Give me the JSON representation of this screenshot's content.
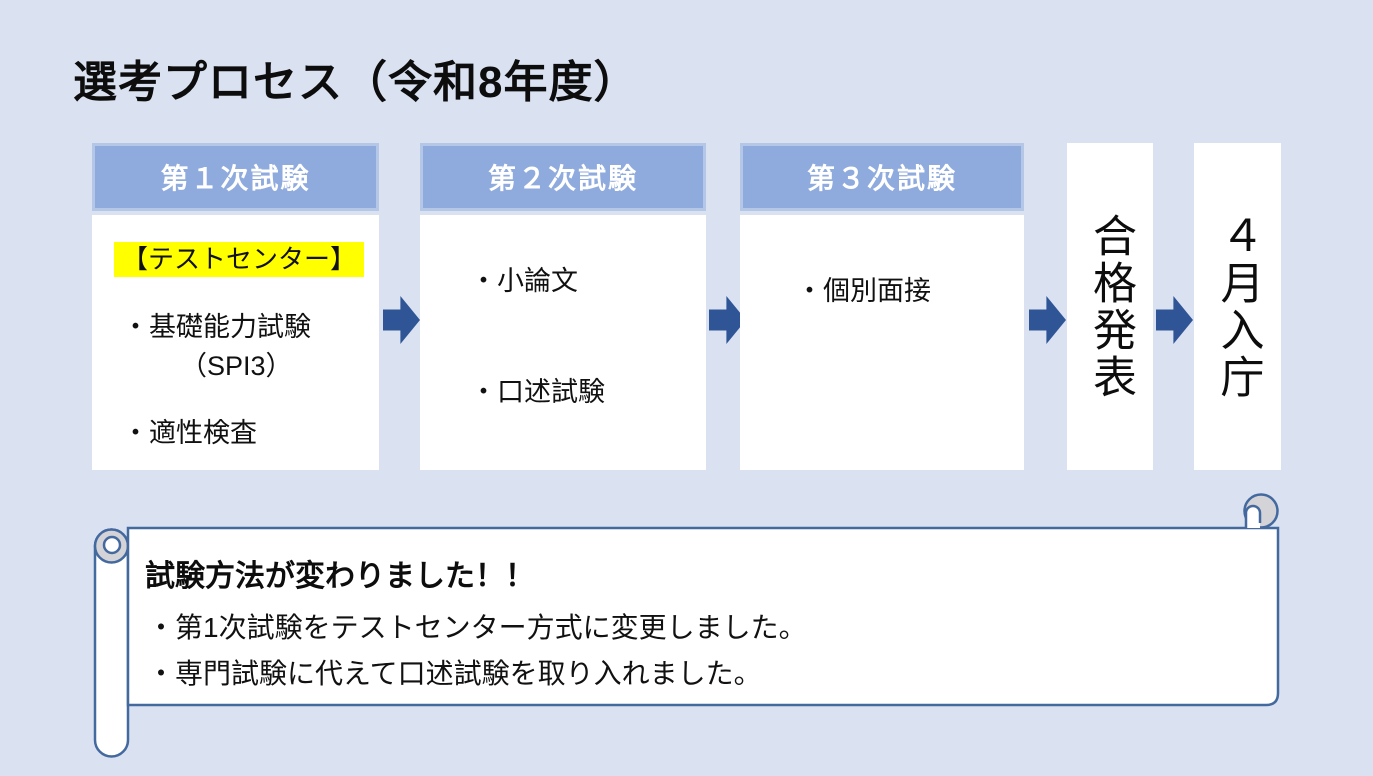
{
  "title": "選考プロセス（令和8年度）",
  "flow": {
    "boxes": [
      {
        "header": "第１次試験",
        "items": [
          {
            "text": "【テストセンター】",
            "highlight": true
          },
          {
            "text": "・基礎能力試験"
          },
          {
            "text": "（SPI3）"
          },
          {
            "text": "・適性検査"
          }
        ]
      },
      {
        "header": "第２次試験",
        "items": [
          {
            "text": "・小論文"
          },
          {
            "text": "・口述試験"
          }
        ]
      },
      {
        "header": "第３次試験",
        "items": [
          {
            "text": "・個別面接"
          }
        ]
      }
    ],
    "terminals": [
      {
        "label": "合格発表"
      },
      {
        "label": "４月入庁"
      }
    ]
  },
  "note": {
    "title": "試験方法が変わりました！！",
    "bullets": [
      "・第1次試験をテストセンター方式に変更しました。",
      "・専門試験に代えて口述試験を取り入れました。"
    ]
  },
  "colors": {
    "background": "#dae2f2",
    "stage_header_fill": "#8faadc",
    "stage_header_border": "#b4c7e7",
    "arrow_blue": "#2f5597",
    "highlight_yellow": "#ffff00",
    "scroll_outline": "#44699e",
    "scroll_curl_gray": "#d3d3d8"
  }
}
